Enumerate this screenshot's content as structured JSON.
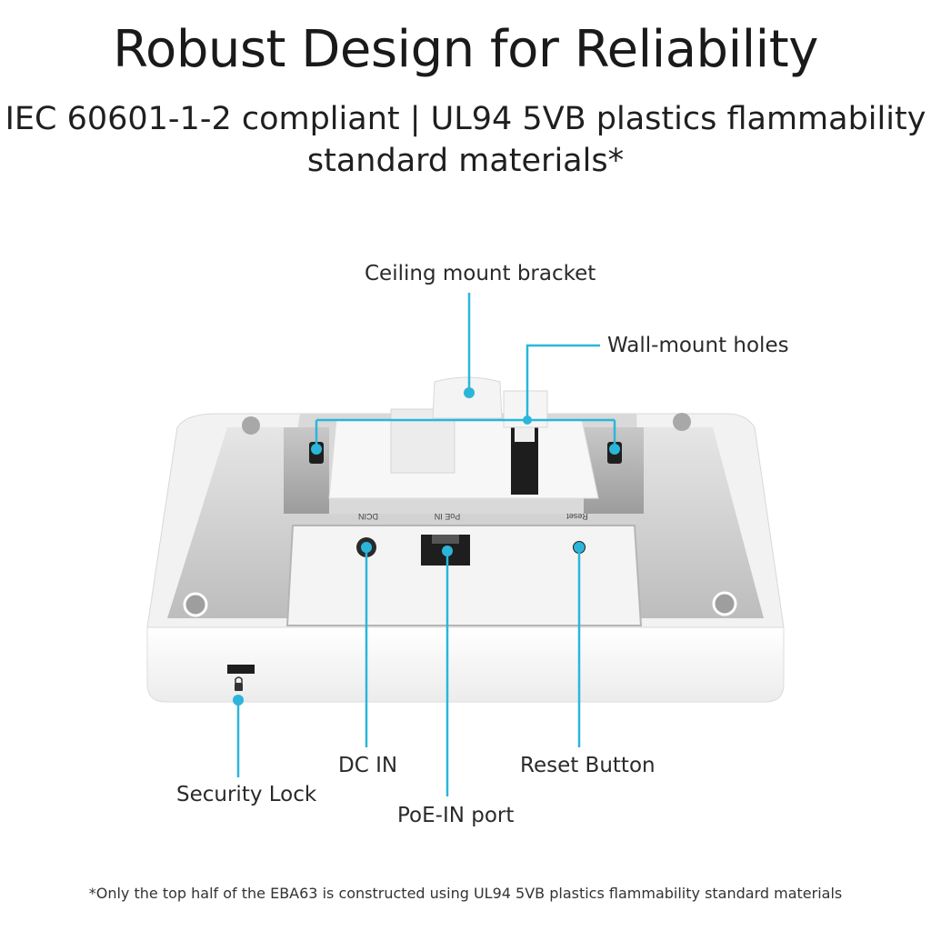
{
  "header": {
    "title": "Robust Design for Reliability",
    "subtitle_line1": "IEC 60601-1-2 compliant | UL94 5VB plastics flammability",
    "subtitle_line2": "standard materials*"
  },
  "callouts": {
    "ceiling_mount": "Ceiling mount bracket",
    "wall_mount": "Wall-mount holes",
    "security_lock": "Security Lock",
    "dc_in": "DC IN",
    "poe_in": "PoE-IN port",
    "reset": "Reset Button"
  },
  "device_port_labels": {
    "dcin": "DCIN",
    "poe": "PoE IN",
    "reset": "Reset"
  },
  "footnote": "*Only the top half of the EBA63 is constructed using UL94 5VB plastics flammability standard materials",
  "colors": {
    "callout_line": "#2bb6d9",
    "device_body": "#f3f3f3",
    "device_recess": "#c9c9c9",
    "text": "#222222"
  }
}
